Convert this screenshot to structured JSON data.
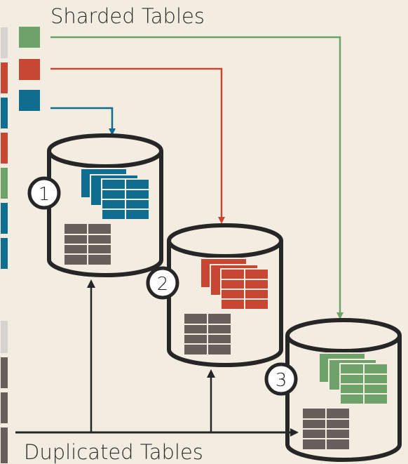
{
  "title_top": "Sharded Tables",
  "title_bottom": "Duplicated Tables",
  "shards": [
    {
      "number": "1",
      "color": "#0f6d8f"
    },
    {
      "number": "2",
      "color": "#c74634"
    },
    {
      "number": "3",
      "color": "#6fa26b"
    }
  ],
  "colors": {
    "green": "#6fa26b",
    "red": "#c74634",
    "blue": "#0f6d8f",
    "gray": "#675f5b",
    "light_gray": "#d6d3d0",
    "outline": "#262626",
    "background": "#f3ede1"
  },
  "icons": {
    "database": "cylinder-icon",
    "table": "table-grid-icon",
    "arrow": "arrow-icon"
  }
}
